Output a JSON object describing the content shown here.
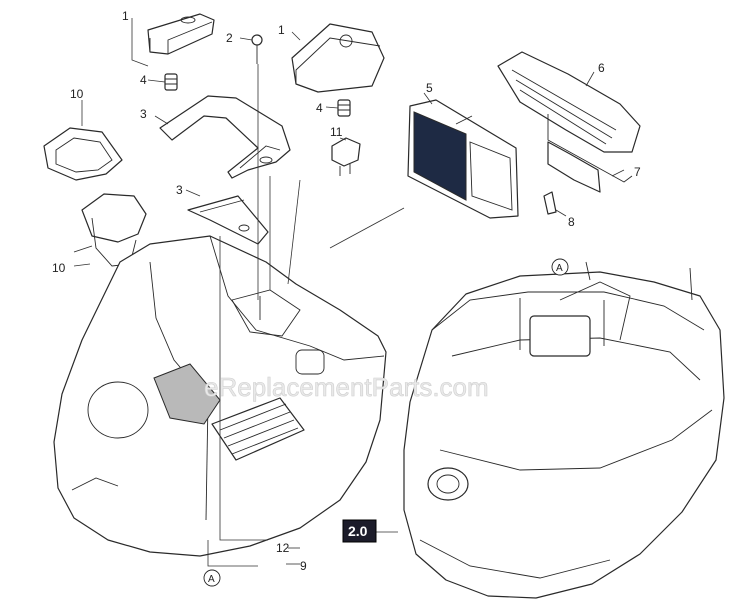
{
  "callouts": {
    "c1a": "1",
    "c1b": "1",
    "c2": "2",
    "c3a": "3",
    "c3b": "3",
    "c4a": "4",
    "c4b": "4",
    "c5": "5",
    "c6": "6",
    "c7": "7",
    "c8": "8",
    "c9": "9",
    "c10a": "10",
    "c10b": "10",
    "c11": "11",
    "c12": "12"
  },
  "refs": {
    "a_top": "A",
    "a_bottom": "A"
  },
  "assembly_badge": "2.0",
  "watermark": "eReplacementParts.com"
}
